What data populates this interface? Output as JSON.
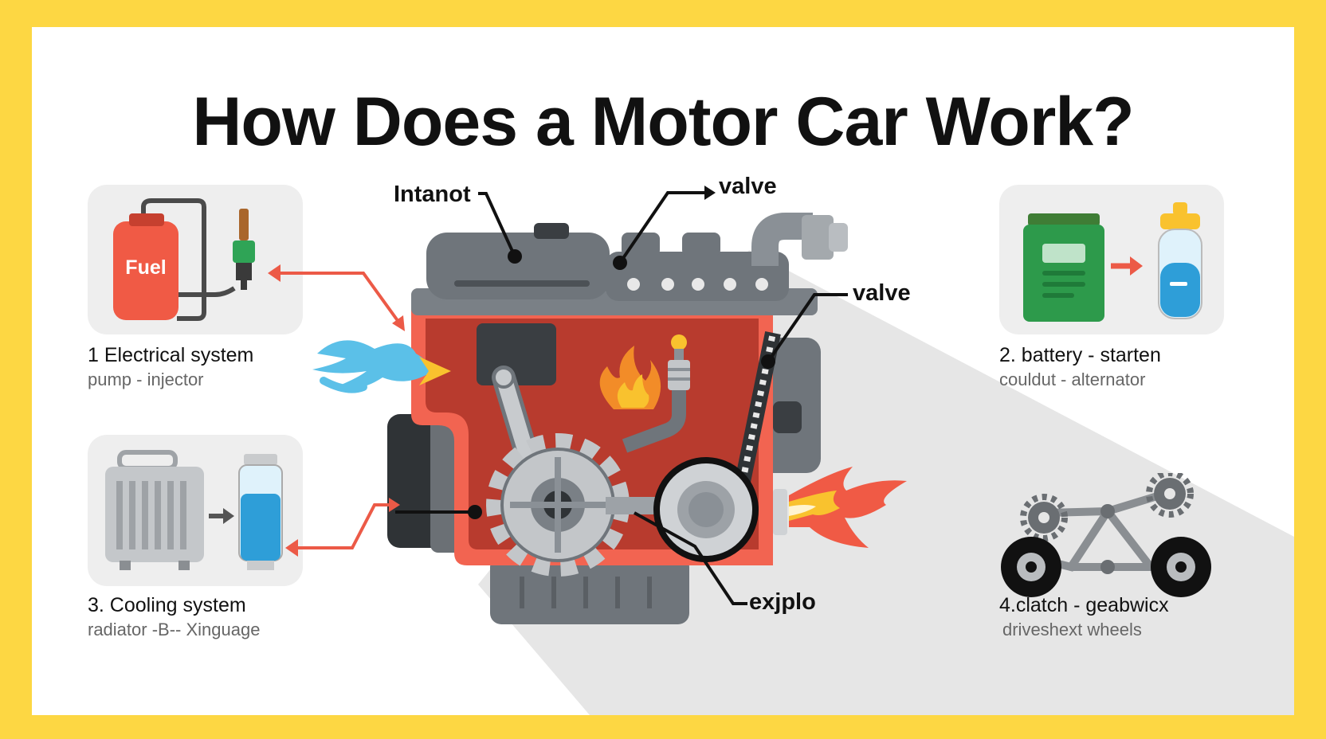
{
  "title": "How Does a Motor Car Work?",
  "panels": {
    "fuel": {
      "tank_label": "Fuel",
      "title": "1  Electrical system",
      "subtitle": "pump - injector"
    },
    "battery": {
      "title": "2. battery - starten",
      "subtitle": "couldut - alternator"
    },
    "cooling": {
      "title": "3. Cooling system",
      "subtitle": "radiator -В-- Xinguage"
    },
    "drive": {
      "title": "4.clatch - geabwicx",
      "subtitle": "driveshext wheels"
    }
  },
  "engine_labels": {
    "intake": "Intanot",
    "valve_top": "valve",
    "valve_right": "valve",
    "exhaust": "exjplo"
  },
  "colors": {
    "frame": "#fdd743",
    "engine_body": "#f26451",
    "engine_inner": "#b83b2e",
    "metal": "#7d8288",
    "arrow_red": "#ec5a47",
    "water_blue": "#5bc0e8",
    "flame_yellow": "#f9c22e"
  }
}
